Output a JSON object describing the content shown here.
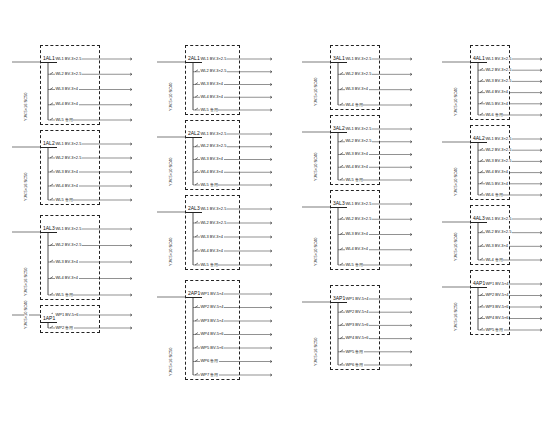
{
  "diagram": {
    "nodes": [
      {
        "text": [
          "1AL1"
        ]
      },
      {
        "text": [
          "1AL2"
        ]
      },
      {
        "text": [
          "1AL3"
        ]
      },
      {
        "text": [
          "1AP1"
        ]
      },
      {
        "text": [
          "2AL1"
        ]
      },
      {
        "text": [
          "2AL2"
        ]
      },
      {
        "text": [
          "2AL3"
        ]
      },
      {
        "text": [
          "2AP1"
        ]
      },
      {
        "text": [
          "3AL1"
        ]
      },
      {
        "text": [
          "3AL2"
        ]
      },
      {
        "text": [
          "3AL3"
        ]
      },
      {
        "text": [
          "3AP1"
        ]
      },
      {
        "text": [
          "4AL1"
        ]
      },
      {
        "text": [
          "4AL2"
        ]
      },
      {
        "text": [
          "4AL3"
        ]
      },
      {
        "text": [
          "4AP1"
        ]
      }
    ],
    "labels": [
      "YJV-5×16 SC50",
      "WL1 BV-3×2.5",
      "WL2 BV-3×2.5",
      "WL3 BV-3×4",
      "WL4 BV-3×4",
      "WL5 备用",
      "YJV-5×16 SC50",
      "WL1 BV-3×2.5",
      "WL2 BV-3×2.5",
      "WL3 BV-3×4",
      "WL4 BV-3×4",
      "WL5 备用",
      "YJV-5×16 SC50",
      "WL1 BV-3×2.5",
      "WL2 BV-3×2.5",
      "WL3 BV-3×4",
      "WL4 BV-3×4",
      "WL5 备用",
      "YJV-5×10 SC40",
      "WP1 BV-5×6",
      "WP2 备用",
      "YJV-5×10 SC40",
      "WL1 BV-3×2.5",
      "WL2 BV-3×2.5",
      "WL3 BV-3×4",
      "WL4 BV-3×4",
      "WL5 备用",
      "YJV-5×10 SC40",
      "WL1 BV-3×2.5",
      "WL2 BV-3×2.5",
      "WL3 BV-3×4",
      "WL4 BV-3×4",
      "WL5 备用",
      "YJV-5×10 SC40",
      "WL1 BV-3×2.5",
      "WL2 BV-3×2.5",
      "WL3 BV-3×4",
      "WL4 BV-3×4",
      "WL5 备用",
      "YJV-5×16 SC50",
      "WP1 BV-5×4",
      "WP2 BV-5×4",
      "WP3 BV-5×4",
      "WP4 BV-5×6",
      "WP5 BV-5×6",
      "WP6 备用",
      "WP7 备用",
      "YJV-5×10 SC40",
      "WL1 BV-3×2.5",
      "WL2 BV-3×2.5",
      "WL3 BV-3×4",
      "WL4 备用",
      "YJV-5×10 SC40",
      "WL1 BV-3×2.5",
      "WL2 BV-3×2.5",
      "WL3 BV-3×4",
      "WL4 BV-3×4",
      "WL5 备用",
      "YJV-5×10 SC40",
      "WL1 BV-3×2.5",
      "WL2 BV-3×2.5",
      "WL3 BV-3×4",
      "WL4 BV-3×4",
      "WL5 备用",
      "YJV-5×16 SC50",
      "WP1 BV-5×4",
      "WP2 BV-5×4",
      "WP3 BV-5×6",
      "WP4 BV-5×6",
      "WP5 备用",
      "WP6 备用",
      "YJV-5×10 SC40",
      "WL1 BV-3×2.5",
      "WL2 BV-3×2.5",
      "WL3 BV-3×2.5",
      "WL4 BV-3×4",
      "WL5 BV-3×4",
      "WL6 备用",
      "YJV-5×10 SC40",
      "WL1 BV-3×2.5",
      "WL2 BV-3×2.5",
      "WL3 BV-3×2.5",
      "WL4 BV-3×4",
      "WL5 BV-3×4",
      "WL6 备用",
      "YJV-5×10 SC40",
      "WL1 BV-3×2.5",
      "WL2 BV-3×2.5",
      "WL3 BV-3×4",
      "WL4 备用",
      "YJV-5×16 SC50",
      "WP1 BV-5×4",
      "WP2 BV-5×4",
      "WP3 BV-5×6",
      "WP4 BV-5×6",
      "WP5 备用"
    ]
  }
}
